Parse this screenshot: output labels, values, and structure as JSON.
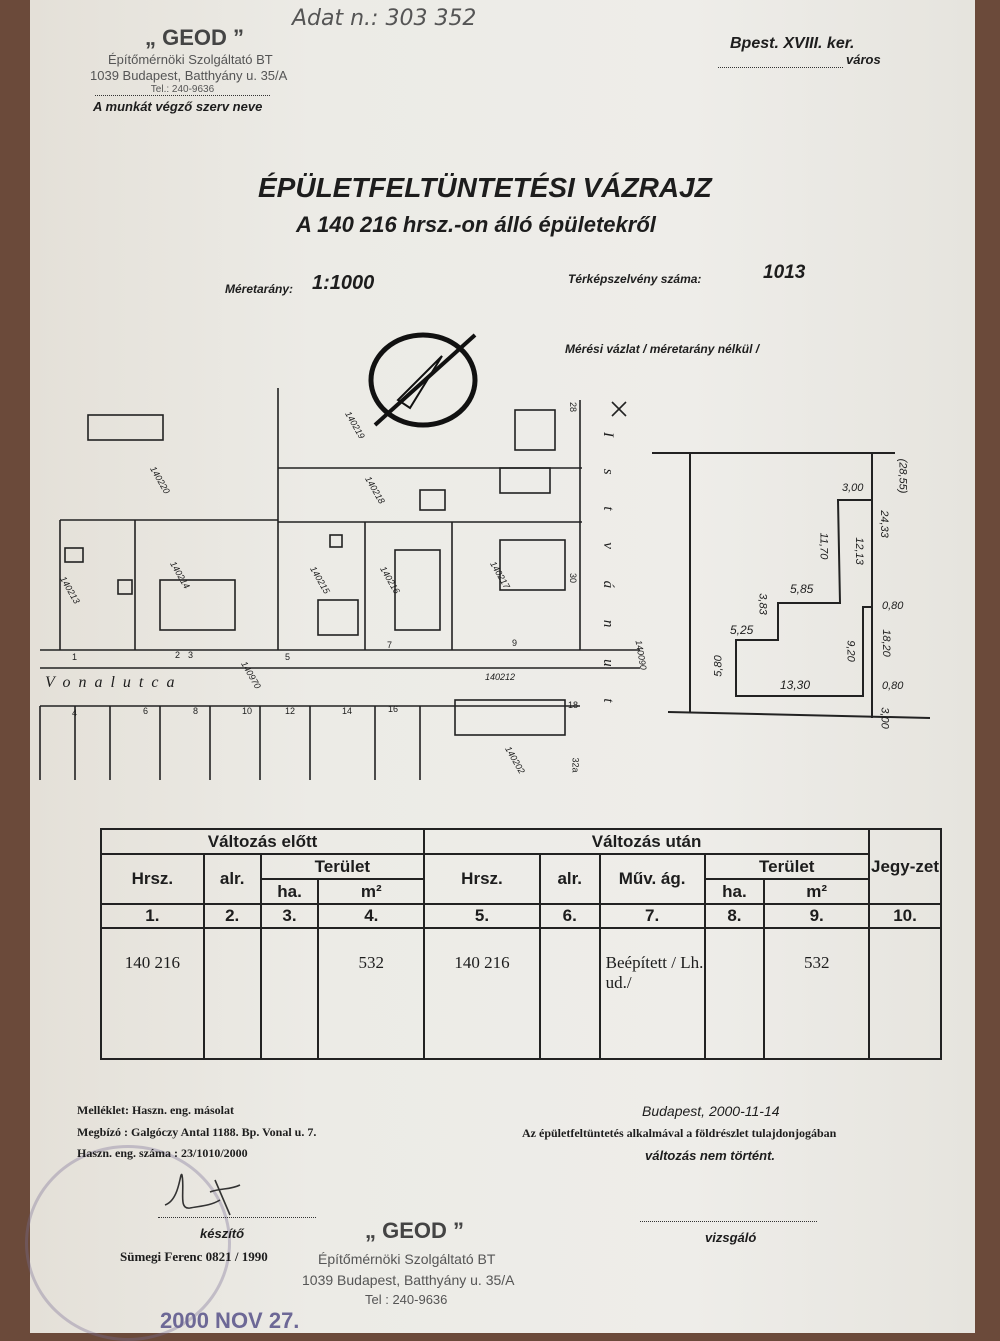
{
  "handwritten_note": "Adat n.: 303 352",
  "header": {
    "company_name": "„ GEOD ”",
    "company_type": "Építőmérnöki Szolgáltató BT",
    "company_address": "1039 Budapest, Batthyány u. 35/A",
    "company_phone": "Tel.: 240-9636",
    "org_caption": "A munkát végző szerv neve",
    "city": "Bpest. XVIII. ker.",
    "city_caption": "város"
  },
  "title": {
    "main": "ÉPÜLETFELTÜNTETÉSI VÁZRAJZ",
    "sub": "A 140 216 hrsz.-on álló épületekről"
  },
  "scale": {
    "label": "Méretarány:",
    "value": "1:1000"
  },
  "map_sheet": {
    "label": "Térképszelvény száma:",
    "value": "1013"
  },
  "survey_caption": "Mérési vázlat / méretarány nélkül /",
  "map": {
    "street_main": "V o n a l   u t c a",
    "street_side": "I s t v á n   u t",
    "parcels": [
      "140219",
      "140220",
      "140218",
      "140213",
      "140214",
      "140215",
      "140216",
      "140217",
      "140212",
      "140202",
      "140970",
      "140090"
    ],
    "house_numbers": [
      "1",
      "2",
      "3",
      "5",
      "7",
      "9",
      "4",
      "6",
      "8",
      "10",
      "12",
      "14",
      "16",
      "18",
      "28",
      "30",
      "32a"
    ]
  },
  "sketch": {
    "dims": [
      "(28,55)",
      "24,33",
      "3,00",
      "11,70",
      "12,13",
      "5,85",
      "3,83",
      "5,25",
      "0,80",
      "18,20",
      "9,20",
      "5,80",
      "13,30",
      "0,80",
      "3,00"
    ]
  },
  "table": {
    "group_before": "Változás előtt",
    "group_after": "Változás után",
    "col_hrsz": "Hrsz.",
    "col_alr": "alr.",
    "col_terulet": "Terület",
    "col_ha": "ha.",
    "col_m2": "m²",
    "col_muv": "Műv. ág.",
    "col_jegyzet": "Jegy-zet",
    "nums": [
      "1.",
      "2.",
      "3.",
      "4.",
      "5.",
      "6.",
      "7.",
      "8.",
      "9.",
      "10."
    ],
    "row": {
      "hrsz_before": "140 216",
      "m2_before": "532",
      "hrsz_after": "140 216",
      "muv": "Beépített / Lh. ud./",
      "m2_after": "532"
    }
  },
  "footer": {
    "melleklet": "Melléklet: Haszn. eng. másolat",
    "megbizo": "Megbízó :  Galgóczy Antal 1188. Bp. Vonal u. 7.",
    "haszn": "Haszn. eng. száma : 23/1010/2000",
    "place_date": "Budapest, 2000-11-14",
    "statement1": "Az épületfeltüntetés alkalmával a földrészlet tulajdonjogában",
    "statement2": "változás nem történt.",
    "keszito": "készítő",
    "vizsgalo": "vizsgáló",
    "preparer": "Sümegi Ferenc 0821 / 1990",
    "company_name": "„ GEOD ”",
    "company_type": "Építőmérnöki Szolgáltató BT",
    "company_address": "1039 Budapest, Batthyány u. 35/A",
    "company_phone": "Tel : 240-9636",
    "stamp_date": "2000 NOV 27."
  }
}
